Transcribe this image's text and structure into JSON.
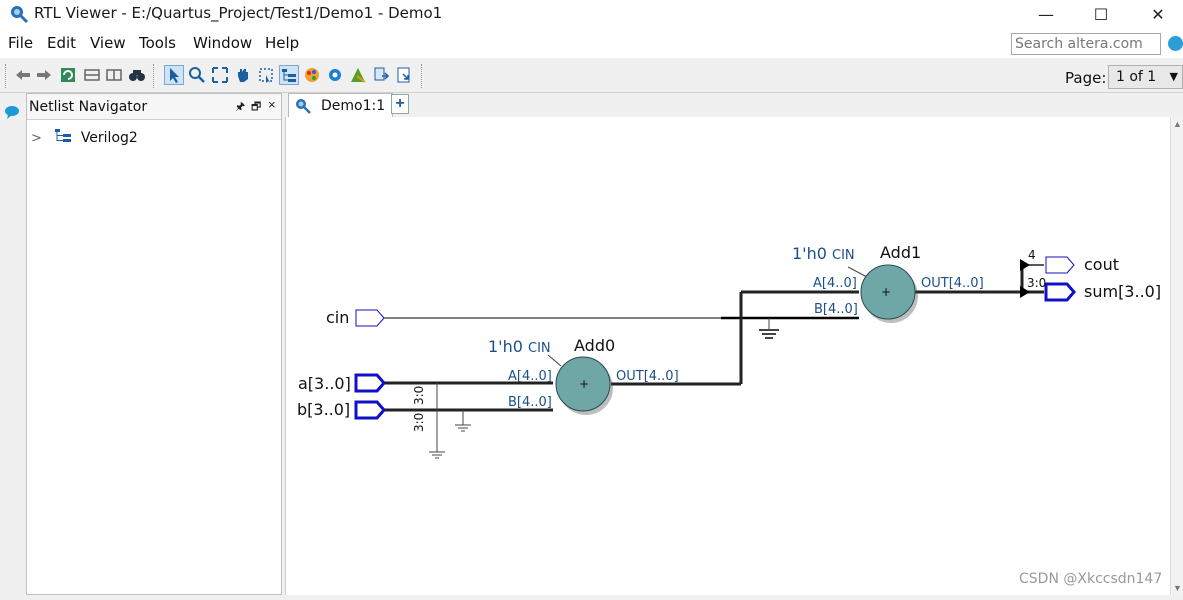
{
  "window": {
    "title": "RTL Viewer - E:/Quartus_Project/Test1/Demo1 - Demo1",
    "minimize_glyph": "—",
    "maximize_glyph": "☐",
    "close_glyph": "✕"
  },
  "menu": [
    "File",
    "Edit",
    "View",
    "Tools",
    "Window",
    "Help"
  ],
  "search": {
    "placeholder": "Search altera.com"
  },
  "toolbar": {
    "page_label": "Page:",
    "page_value": "1 of 1",
    "icons": [
      "back-icon",
      "forward-icon",
      "refresh-icon",
      "collapse-icon",
      "expand-icon",
      "find-icon",
      "select-icon",
      "zoom-icon",
      "fit-icon",
      "hand-icon",
      "area-select-icon",
      "netlist-icon",
      "color-icon",
      "settings-icon",
      "filter-icon",
      "export-icon",
      "print-icon"
    ]
  },
  "navigator": {
    "title": "Netlist Navigator",
    "pin_glyph": "🖈",
    "float_glyph": "🗗",
    "close_glyph": "×",
    "tree": [
      {
        "label": "Verilog2",
        "expander": ">"
      }
    ]
  },
  "tabs": [
    {
      "label": "Demo1:1"
    }
  ],
  "tab_add_glyph": "+",
  "schematic": {
    "inputs": [
      "cin",
      "a[3..0]",
      "b[3..0]"
    ],
    "outputs": [
      "cout",
      "sum[3..0]"
    ],
    "add0": {
      "name": "Add0",
      "const": "1'h0",
      "cin": "CIN",
      "a": "A[4..0]",
      "b": "B[4..0]",
      "out": "OUT[4..0]",
      "symbol": "+"
    },
    "add1": {
      "name": "Add1",
      "const": "1'h0",
      "cin": "CIN",
      "a": "A[4..0]",
      "b": "B[4..0]",
      "out": "OUT[4..0]",
      "symbol": "+"
    },
    "bus_labels": {
      "a": "3:0",
      "b": "3:0",
      "cout_bit": "4",
      "sum_bits": "3:0"
    }
  },
  "colors": {
    "adder_fill": "#6fa6a6",
    "port_blue": "#1010c8",
    "label_blue": "#1b4f8c"
  },
  "watermark": "CSDN @Xkccsdn147"
}
